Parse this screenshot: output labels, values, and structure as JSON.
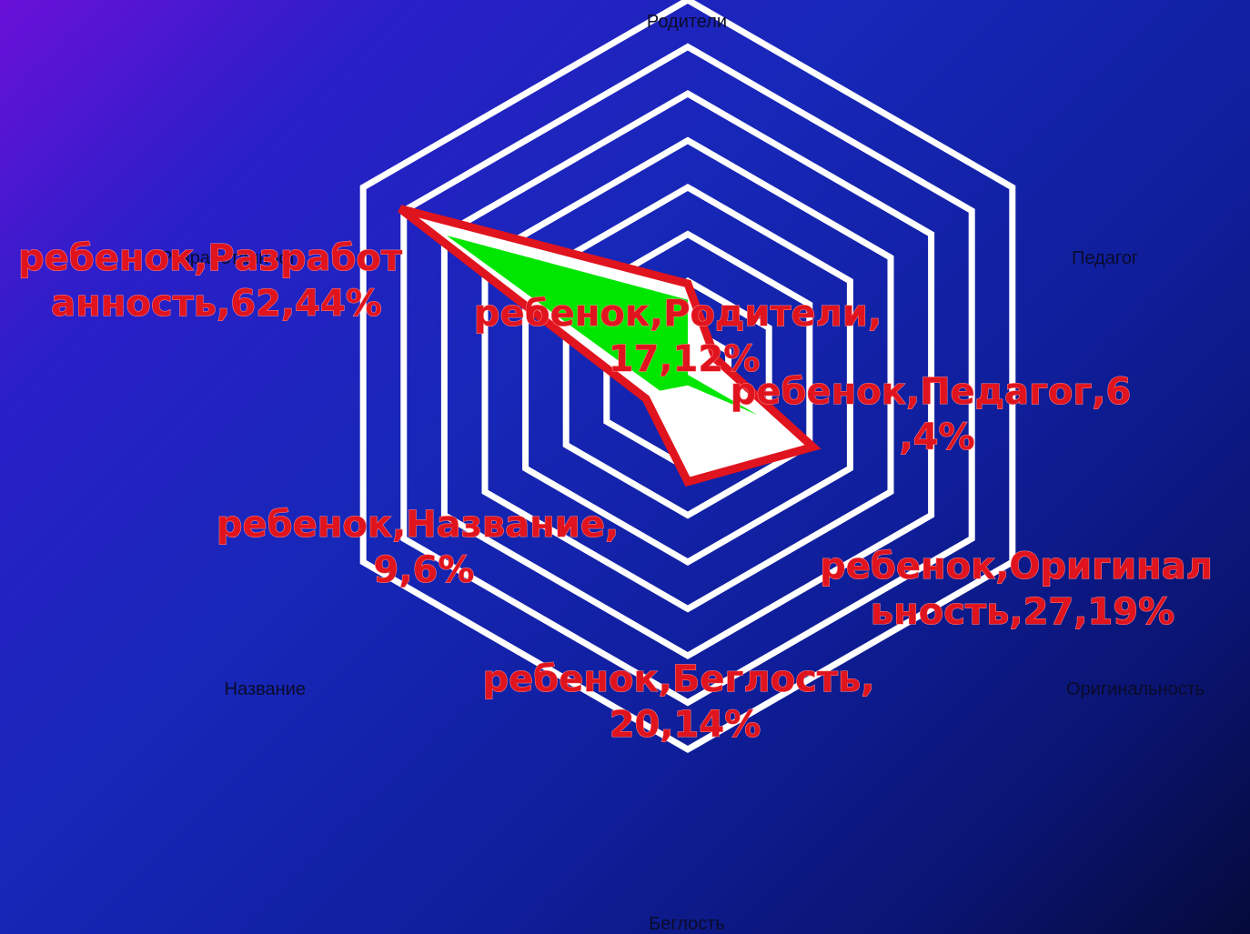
{
  "chart_data": {
    "type": "radar",
    "categories": [
      "Родители",
      "Педагог",
      "Оригинальность",
      "Беглость",
      "Название",
      "Разработанность"
    ],
    "rmax": 70,
    "series": [
      {
        "name": "ребенок",
        "values": [
          17,
          6,
          27,
          20,
          9,
          62
        ],
        "percents": [
          "12%",
          "4%",
          "19%",
          "14%",
          "6%",
          "44%"
        ],
        "color": "#e0141e"
      },
      {
        "values": [
          14,
          0,
          15,
          2,
          6,
          52
        ],
        "color": "#00e600"
      }
    ],
    "data_labels": [
      [
        "ребенок,Родители,",
        "17,12%"
      ],
      [
        "ребенок,Педагог,6",
        ",4%"
      ],
      [
        "ребенок,Оригинал",
        "ьность,27,19%"
      ],
      [
        "ребенок,Беглость,",
        "20,14%"
      ],
      [
        "ребенок,Название,",
        "9,6%"
      ],
      [
        "ребенок,Разработ",
        "анность,62,44%"
      ]
    ],
    "grid_color": "#ffffff",
    "label_color": "#e0141e"
  }
}
